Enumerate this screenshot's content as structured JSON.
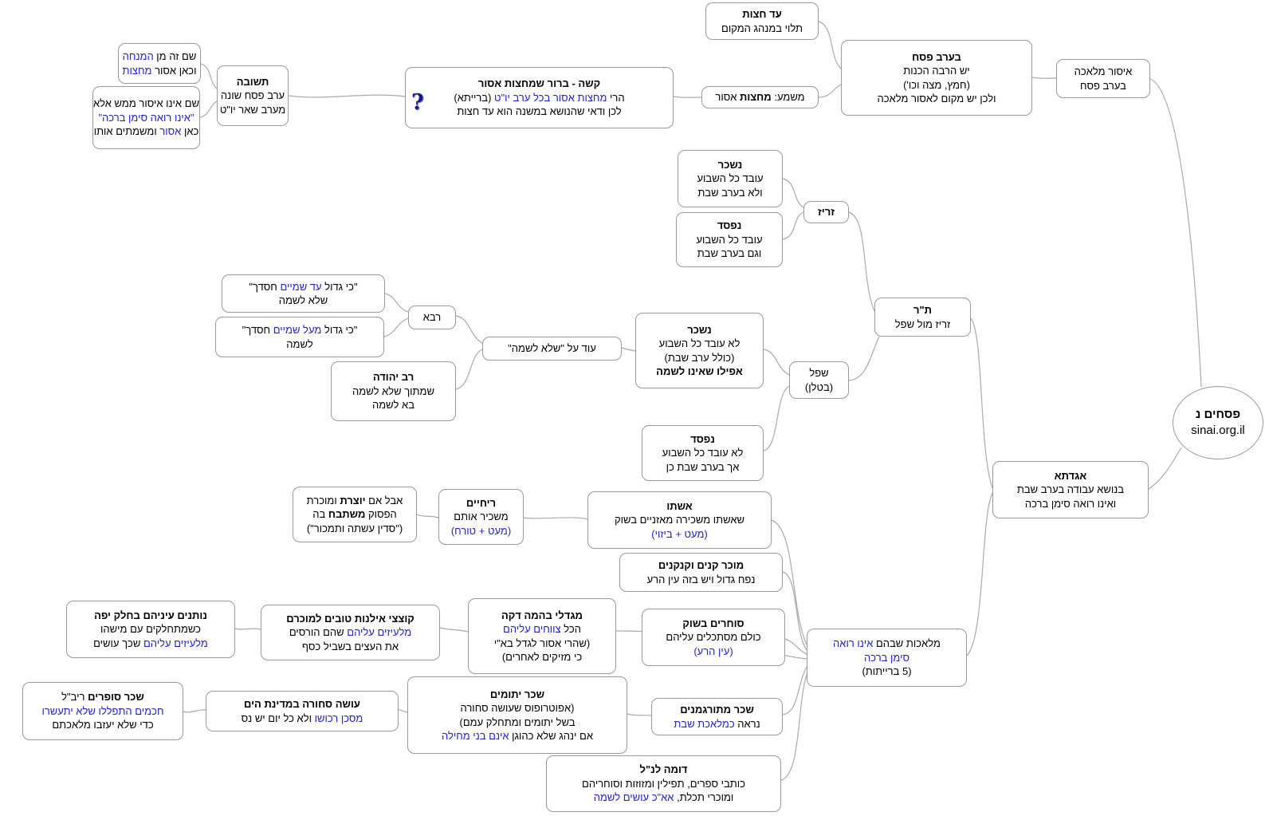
{
  "page": {
    "background": "#ffffff"
  },
  "colors": {
    "box_border": "#999999",
    "connector": "#aaaaaa",
    "text": "#000000",
    "highlight_blue": "#2323cc",
    "question_mark_blue": "#181896"
  },
  "icons": {
    "question_mark": "?"
  },
  "root_node": {
    "title": "פסחים נ",
    "site": "sinai.org.il"
  },
  "nodes": [
    {
      "id": "root",
      "shape": "ellipse",
      "lines": [
        [
          {
            "t": "פסחים נ",
            "f": "b"
          }
        ],
        [
          {
            "t": "sinai.org.il"
          }
        ]
      ]
    },
    {
      "id": "isur-melacha",
      "lines": [
        [
          {
            "t": "איסור מלאכה"
          }
        ],
        [
          {
            "t": "בערב פסח"
          }
        ]
      ]
    },
    {
      "id": "erev-pesach",
      "lines": [
        [
          {
            "t": "בערב פסח",
            "f": "b"
          }
        ],
        [
          {
            "t": "יש הרבה הכנות"
          }
        ],
        [
          {
            "t": "(חמץ, מצה וכו')"
          }
        ],
        [
          {
            "t": "ולכן יש מקום לאסור מלאכה"
          }
        ]
      ]
    },
    {
      "id": "ad-chatzot",
      "lines": [
        [
          {
            "t": "עד חצות",
            "f": "b"
          }
        ],
        [
          {
            "t": "תלוי במנהג המקום"
          }
        ]
      ]
    },
    {
      "id": "mashma",
      "lines": [
        [
          {
            "t": "משמע: "
          },
          {
            "t": "מחצות",
            "f": "b"
          },
          {
            "t": " אסור"
          }
        ]
      ]
    },
    {
      "id": "kashe",
      "icon": "question_mark",
      "lines": [
        [
          {
            "t": "קשה - ברור שמחצות אסור",
            "f": "b"
          }
        ],
        [
          {
            "t": "הרי "
          },
          {
            "t": "מחצות אסור בכל ערב יו\"ט",
            "f": "u"
          },
          {
            "t": "  (ברייתא)"
          }
        ],
        [
          {
            "t": "לכן ודאי שהנושא במשנה הוא עד חצות"
          }
        ]
      ]
    },
    {
      "id": "teshuva",
      "lines": [
        [
          {
            "t": "תשובה",
            "f": "b"
          }
        ],
        [
          {
            "t": "ערב פסח שונה"
          }
        ],
        [
          {
            "t": "מערב שאר יו\"ט"
          }
        ]
      ]
    },
    {
      "id": "sham-ze",
      "lines": [
        [
          {
            "t": "שם זה מן "
          },
          {
            "t": "המנחה",
            "f": "u"
          }
        ],
        [
          {
            "t": "וכאן אסור "
          },
          {
            "t": "מחצות",
            "f": "u"
          }
        ]
      ]
    },
    {
      "id": "sham-eino",
      "lines": [
        [
          {
            "t": "שם אינו איסור ממש אלא"
          }
        ],
        [
          {
            "t": "\"אינו רואה סימן ברכה\"",
            "f": "u"
          }
        ],
        [
          {
            "t": "כאן "
          },
          {
            "t": "אסור",
            "f": "u"
          },
          {
            "t": " ומשמתים אותו"
          }
        ]
      ]
    },
    {
      "id": "niskar1",
      "lines": [
        [
          {
            "t": "נשכר",
            "f": "b"
          }
        ],
        [
          {
            "t": "עובד כל השבוע"
          }
        ],
        [
          {
            "t": "ולא בערב שבת"
          }
        ]
      ]
    },
    {
      "id": "nifsad1",
      "lines": [
        [
          {
            "t": "נפסד",
            "f": "b"
          }
        ],
        [
          {
            "t": "עובד כל השבוע"
          }
        ],
        [
          {
            "t": "וגם בערב שבת"
          }
        ]
      ]
    },
    {
      "id": "zariz",
      "lines": [
        [
          {
            "t": "זריז",
            "f": "b"
          }
        ]
      ]
    },
    {
      "id": "tar",
      "lines": [
        [
          {
            "t": "ת\"ר",
            "f": "b"
          }
        ],
        [
          {
            "t": "זריז מול שפל"
          }
        ]
      ]
    },
    {
      "id": "niskar2",
      "lines": [
        [
          {
            "t": "נשכר",
            "f": "b"
          }
        ],
        [
          {
            "t": "לא עובד כל השבוע"
          }
        ],
        [
          {
            "t": "(כולל ערב שבת)"
          }
        ],
        [
          {
            "t": "אפילו שאינו לשמה",
            "f": "b"
          }
        ]
      ]
    },
    {
      "id": "shafel",
      "lines": [
        [
          {
            "t": "שפל"
          }
        ],
        [
          {
            "t": "(בטלן)"
          }
        ]
      ]
    },
    {
      "id": "nifsad2",
      "lines": [
        [
          {
            "t": "נפסד",
            "f": "b"
          }
        ],
        [
          {
            "t": "לא עובד כל השבוע"
          }
        ],
        [
          {
            "t": "אך בערב שבת כן"
          }
        ]
      ]
    },
    {
      "id": "ki-gadol-ad",
      "lines": [
        [
          {
            "t": "\"כי גדול "
          },
          {
            "t": "עד שמיים",
            "f": "u"
          },
          {
            "t": "  חסדך\""
          }
        ],
        [
          {
            "t": "שלא לשמה"
          }
        ]
      ]
    },
    {
      "id": "ki-gadol-meal",
      "lines": [
        [
          {
            "t": "\"כי גדול "
          },
          {
            "t": "מעל שמיים",
            "f": "u"
          },
          {
            "t": "  חסדך\""
          }
        ],
        [
          {
            "t": "לשמה"
          }
        ]
      ]
    },
    {
      "id": "rava",
      "lines": [
        [
          {
            "t": "רבא"
          }
        ]
      ]
    },
    {
      "id": "rav-yehuda",
      "lines": [
        [
          {
            "t": "רב יהודה",
            "f": "b"
          }
        ],
        [
          {
            "t": "שמתוך שלא לשמה"
          }
        ],
        [
          {
            "t": "בא לשמה"
          }
        ]
      ]
    },
    {
      "id": "od-al",
      "lines": [
        [
          {
            "t": "עוד על \"שלא לשמה\""
          }
        ]
      ]
    },
    {
      "id": "aval-im",
      "lines": [
        [
          {
            "t": "אבל אם "
          },
          {
            "t": "יוצרת",
            "f": "b"
          },
          {
            "t": " ומוכרת"
          }
        ],
        [
          {
            "t": "הפסוק "
          },
          {
            "t": "משתבח",
            "f": "b"
          },
          {
            "t": " בה"
          }
        ],
        [
          {
            "t": "(\"סדין עשתה ותמכור\")"
          }
        ]
      ]
    },
    {
      "id": "rechayim",
      "lines": [
        [
          {
            "t": "ריחיים",
            "f": "b"
          }
        ],
        [
          {
            "t": "משכיר אותם"
          }
        ],
        [
          {
            "t": "(מעט + טורח)",
            "f": "u"
          }
        ]
      ]
    },
    {
      "id": "ishto",
      "lines": [
        [
          {
            "t": "אשתו",
            "f": "b"
          }
        ],
        [
          {
            "t": "שאשתו משכירה מאזניים בשוק"
          }
        ],
        [
          {
            "t": "(מעט + ביזוי)",
            "f": "u"
          }
        ]
      ]
    },
    {
      "id": "mocher-kanim",
      "lines": [
        [
          {
            "t": "מוכר קנים וקנקנים",
            "f": "b"
          }
        ],
        [
          {
            "t": "נפח גדול ויש בזה עין הרע"
          }
        ]
      ]
    },
    {
      "id": "migadlei",
      "lines": [
        [
          {
            "t": "מגדלי בהמה דקה",
            "f": "b"
          }
        ],
        [
          {
            "t": "הכל "
          },
          {
            "t": "צווחים עליהם",
            "f": "u"
          }
        ],
        [
          {
            "t": "(שהרי אסור לגדל בא\"י"
          }
        ],
        [
          {
            "t": "כי מזיקים לאחרים)"
          }
        ]
      ]
    },
    {
      "id": "socharim",
      "lines": [
        [
          {
            "t": "סוחרים בשוק",
            "f": "b"
          }
        ],
        [
          {
            "t": "כולם מסתכלים עליהם"
          }
        ],
        [
          {
            "t": "(עין הרע)",
            "f": "u"
          }
        ]
      ]
    },
    {
      "id": "melachot",
      "lines": [
        [
          {
            "t": "מלאכות שבהם "
          },
          {
            "t": "אינו רואה",
            "f": "u"
          }
        ],
        [
          {
            "t": "סימן ברכה",
            "f": "u"
          }
        ],
        [
          {
            "t": "(5 ברייתות)"
          }
        ]
      ]
    },
    {
      "id": "notnim",
      "lines": [
        [
          {
            "t": "נותנים עיניהם בחלק יפה",
            "f": "b"
          }
        ],
        [
          {
            "t": "כשמתחלקים עם מישהו"
          }
        ],
        [
          {
            "t": "מלעיזים עליהם",
            "f": "u"
          },
          {
            "t": "  שכך עושים"
          }
        ]
      ]
    },
    {
      "id": "kotzetzei",
      "lines": [
        [
          {
            "t": "קוצצי אילנות טובים למוכרם",
            "f": "b"
          }
        ],
        [
          {
            "t": "מלעיזים עליהם",
            "f": "u"
          },
          {
            "t": "  שהם הורסים"
          }
        ],
        [
          {
            "t": "את העצים בשביל כסף"
          }
        ]
      ]
    },
    {
      "id": "schar-sofrim",
      "lines": [
        [
          {
            "t": "שכר סופרים",
            "f": "b"
          },
          {
            "t": "  ריב\"ל"
          }
        ],
        [
          {
            "t": "חכמים התפללו שלא יתעשרו",
            "f": "u"
          }
        ],
        [
          {
            "t": "כדי שלא יעזבו מלאכתם"
          }
        ]
      ]
    },
    {
      "id": "oseh-schora",
      "lines": [
        [
          {
            "t": "עושה סחורה במדינת הים",
            "f": "b"
          }
        ],
        [
          {
            "t": "מסכן רכושו",
            "f": "u"
          },
          {
            "t": "  ולא כל יום יש נס"
          }
        ]
      ]
    },
    {
      "id": "schar-yetomim",
      "lines": [
        [
          {
            "t": "שכר יתומים",
            "f": "b"
          }
        ],
        [
          {
            "t": "(אפוטרופוס שעושה סחורה"
          }
        ],
        [
          {
            "t": "בשל יתומים ומתחלק עמם)"
          }
        ],
        [
          {
            "t": "אם ינהג שלא כהוגן "
          },
          {
            "t": "אינם בני מחילה",
            "f": "u"
          }
        ]
      ]
    },
    {
      "id": "schar-meturgemanim",
      "lines": [
        [
          {
            "t": "שכר מתורגמנים",
            "f": "b"
          }
        ],
        [
          {
            "t": "נראה "
          },
          {
            "t": "כמלאכת שבת",
            "f": "u"
          }
        ]
      ]
    },
    {
      "id": "dome-lanal",
      "lines": [
        [
          {
            "t": "דומה לנ\"ל",
            "f": "b"
          }
        ],
        [
          {
            "t": "כותבי ספרים, תפילין ומזוזות וסוחריהם"
          }
        ],
        [
          {
            "t": "ומוכרי תכלת, "
          },
          {
            "t": "אא\"כ עושים לשמה",
            "f": "u"
          }
        ]
      ]
    },
    {
      "id": "agadta",
      "lines": [
        [
          {
            "t": "אגדתא",
            "f": "b"
          }
        ],
        [
          {
            "t": "בנושא עבודה בערב שבת"
          }
        ],
        [
          {
            "t": "ואינו רואה סימן ברכה"
          }
        ]
      ]
    }
  ]
}
